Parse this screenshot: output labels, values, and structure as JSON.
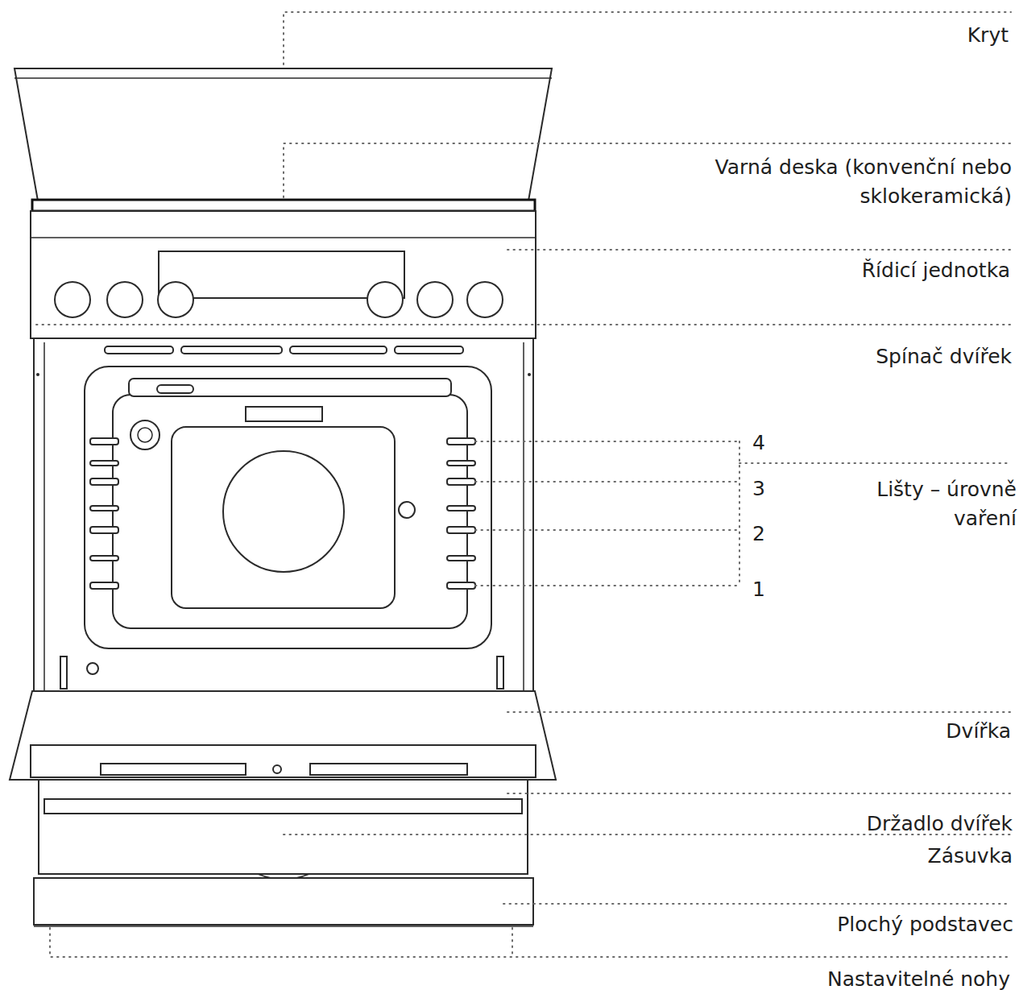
{
  "diagram": {
    "labels": [
      "Kryt",
      "Varná deska (konvenční nebo sklokeramická)",
      "Řídicí jednotka",
      "Spínač dvířek",
      "4",
      "3",
      "2",
      "1",
      "Lišty – úrovně vaření",
      "Dvířka",
      "Držadlo dvířek",
      "Zásuvka",
      "Plochý podstavec",
      "Nastavitelné nohy"
    ]
  }
}
